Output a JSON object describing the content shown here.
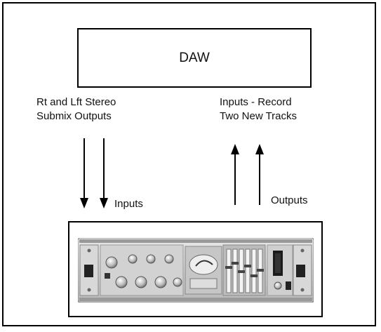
{
  "diagram": {
    "daw_label": "DAW",
    "left_caption_line1": "Rt and Lft Stereo",
    "left_caption_line2": "Submix Outputs",
    "right_caption_line1": "Inputs - Record",
    "right_caption_line2": "Two New Tracks",
    "inputs_label": "Inputs",
    "outputs_label": "Outputs",
    "device_icon": "rack-mount-channel-strip-icon"
  }
}
